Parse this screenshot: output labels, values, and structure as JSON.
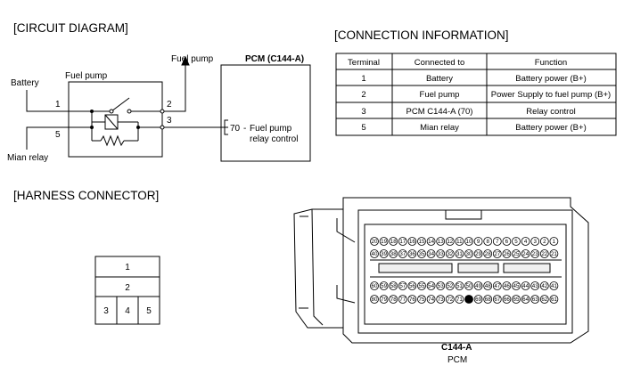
{
  "sections": {
    "circuit": "[CIRCUIT DIAGRAM]",
    "connection": "[CONNECTION INFORMATION]",
    "harness": "[HARNESS CONNECTOR]"
  },
  "circuit": {
    "battery": "Battery",
    "mian_relay": "Mian relay",
    "relay_box_title": "Fuel pump",
    "fuel_pump_arrow": "Fuel pump",
    "pcm_title": "PCM (C144-A)",
    "pin1": "1",
    "pin2": "2",
    "pin3": "3",
    "pin5": "5",
    "pcm_pin": "70",
    "pcm_dash": "-",
    "pcm_line1": "Fuel pump",
    "pcm_line2": "relay control"
  },
  "table": {
    "headers": [
      "Terminal",
      "Connected to",
      "Function"
    ],
    "rows": [
      [
        "1",
        "Battery",
        "Battery power (B+)"
      ],
      [
        "2",
        "Fuel pump",
        "Power Supply to fuel pump (B+)"
      ],
      [
        "3",
        "PCM C144-A (70)",
        "Relay control"
      ],
      [
        "5",
        "Mian relay",
        "Battery power (B+)"
      ]
    ]
  },
  "relay_connector": {
    "row1": "1",
    "row2": "2",
    "row3": [
      "3",
      "4",
      "5"
    ]
  },
  "pcm_connector": {
    "name": "C144-A",
    "sub": "PCM"
  }
}
